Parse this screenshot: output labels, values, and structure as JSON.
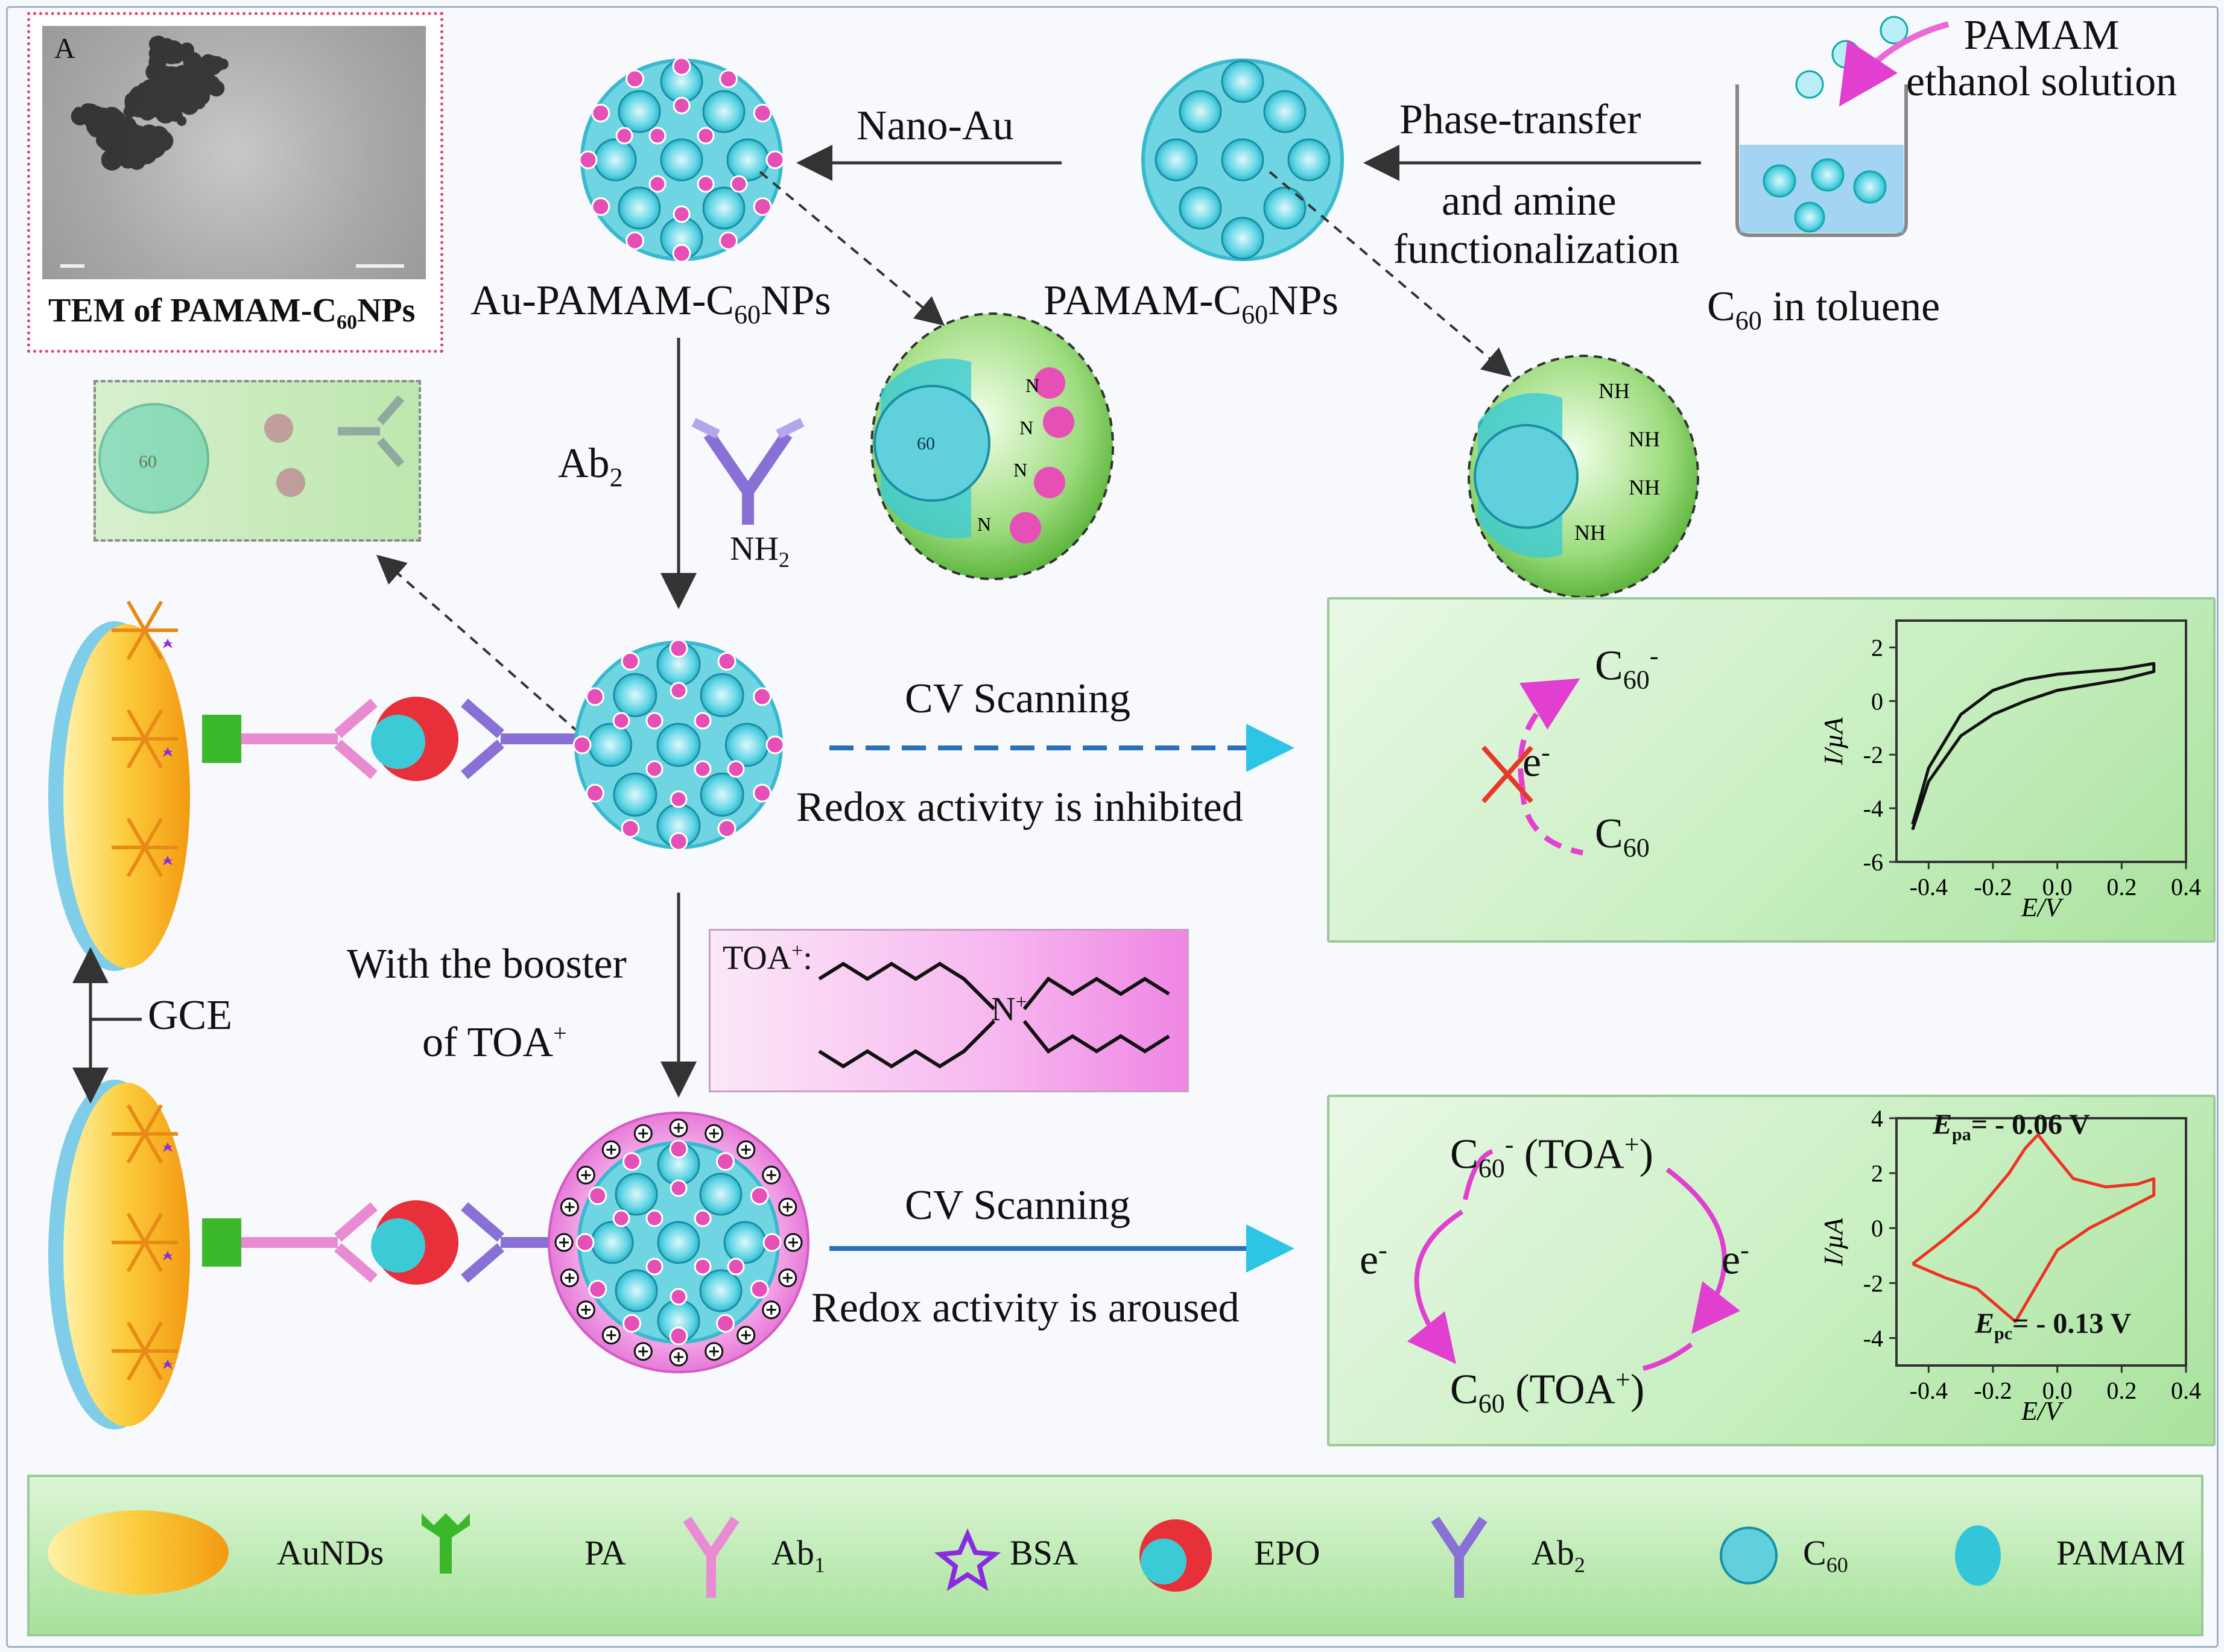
{
  "tem": {
    "label": "TEM of PAMAM-C",
    "label_sub": "60",
    "label_suffix": "NPs",
    "panel_letter": "A"
  },
  "top": {
    "pamam_line1": "PAMAM",
    "pamam_line2": "ethanol solution",
    "c60_toluene": "C",
    "c60_toluene_sub": "60",
    "c60_toluene_suffix": " in toluene",
    "phase_line1": "Phase-transfer",
    "phase_line2": "and amine",
    "phase_line3": "functionalization",
    "pamam_c60_prefix": "PAMAM-C",
    "pamam_c60_sub": "60",
    "pamam_c60_suffix": "NPs",
    "nano_au": "Nano-Au",
    "au_pamam_prefix": "Au-PAMAM-C",
    "au_pamam_sub": "60",
    "au_pamam_suffix": "NPs",
    "ab2_main": "Ab",
    "ab2_sub": "2",
    "nh2_main": "NH",
    "nh2_sub": "2"
  },
  "middle": {
    "cv1": "CV Scanning",
    "redox_inhibited": "Redox activity is inhibited",
    "booster_line1": "With the booster",
    "booster_line2": "of TOA",
    "booster_sup": "+",
    "gce": "GCE",
    "toa_label": "TOA",
    "toa_sup": "+",
    "toa_colon": ":",
    "n_plus": "N"
  },
  "bottom": {
    "cv2": "CV Scanning",
    "redox_aroused": "Redox activity is aroused"
  },
  "panel1": {
    "c60_minus": "C",
    "c60_minus_sub": "60",
    "c60_minus_sup": "-",
    "c60": "C",
    "c60_sub": "60",
    "e_minus": "e",
    "e_sup": "-"
  },
  "panel2": {
    "top_species": "C",
    "top_species_sub": "60",
    "top_species_sup": "-",
    "top_species_suffix": " (TOA",
    "bot_species": "C",
    "bot_species_sub": "60",
    "bot_species_suffix": " (TOA",
    "plus": "+",
    "close": ")",
    "e_left": "e",
    "e_right": "e",
    "e_sup": "-",
    "epa_label": "E",
    "epa_sub": "pa",
    "epa_value": "= - 0.06 V",
    "epc_label": "E",
    "epc_sub": "pc",
    "epc_value": "= - 0.13 V"
  },
  "chart_data": [
    {
      "type": "line",
      "title": "",
      "xlabel": "E/V",
      "ylabel": "I/µA",
      "xlim": [
        -0.5,
        0.4
      ],
      "ylim": [
        -6,
        3
      ],
      "xticks": [
        "-0.4",
        "-0.2",
        "0.0",
        "0.2",
        "0.4"
      ],
      "yticks": [
        "2",
        "0",
        "-2",
        "-4",
        "-6"
      ],
      "series": [
        {
          "color": "#111111",
          "x": [
            -0.45,
            -0.4,
            -0.3,
            -0.2,
            -0.1,
            0.0,
            0.1,
            0.2,
            0.3,
            0.3,
            0.2,
            0.1,
            0.0,
            -0.1,
            -0.2,
            -0.3,
            -0.4,
            -0.45
          ],
          "y": [
            -4.8,
            -3.0,
            -1.3,
            -0.5,
            0.0,
            0.4,
            0.6,
            0.8,
            1.1,
            1.4,
            1.2,
            1.1,
            1.0,
            0.8,
            0.4,
            -0.5,
            -2.5,
            -4.6
          ]
        }
      ]
    },
    {
      "type": "line",
      "title": "",
      "xlabel": "E/V",
      "ylabel": "I/µA",
      "xlim": [
        -0.5,
        0.4
      ],
      "ylim": [
        -5,
        4
      ],
      "xticks": [
        "-0.4",
        "-0.2",
        "0.0",
        "0.2",
        "0.4"
      ],
      "yticks": [
        "4",
        "2",
        "0",
        "-2",
        "-4"
      ],
      "annotations": [
        "Epa = - 0.06 V",
        "Epc = - 0.13 V"
      ],
      "series": [
        {
          "color": "#ee3322",
          "x": [
            -0.45,
            -0.35,
            -0.25,
            -0.15,
            -0.1,
            -0.06,
            -0.02,
            0.05,
            0.15,
            0.25,
            0.3,
            0.3,
            0.2,
            0.1,
            0.0,
            -0.08,
            -0.13,
            -0.18,
            -0.25,
            -0.35,
            -0.45
          ],
          "y": [
            -1.3,
            -0.4,
            0.6,
            2.0,
            2.9,
            3.4,
            2.8,
            1.8,
            1.5,
            1.6,
            1.8,
            1.2,
            0.6,
            0.0,
            -0.8,
            -2.4,
            -3.4,
            -2.9,
            -2.2,
            -1.8,
            -1.3
          ]
        }
      ]
    }
  ],
  "legend": {
    "aunds": "AuNDs",
    "pa": "PA",
    "ab1": "Ab",
    "ab1_sub": "1",
    "bsa": "BSA",
    "epo": "EPO",
    "ab2": "Ab",
    "ab2_sub": "2",
    "c60": "C",
    "c60_sub": "60",
    "pamam": "PAMAM"
  },
  "colors": {
    "c60_cyan": "#33c6d8",
    "au_pink": "#e64fb6",
    "ab1_pink": "#e98bd2",
    "ab2_purple": "#8870d6",
    "aunds_gold": "#f7b21f",
    "pa_green": "#3bb82a",
    "epo_red": "#e8303a",
    "arrow_blue": "#2a84c4",
    "cv_black": "#111111",
    "cv_red": "#ee3322"
  }
}
